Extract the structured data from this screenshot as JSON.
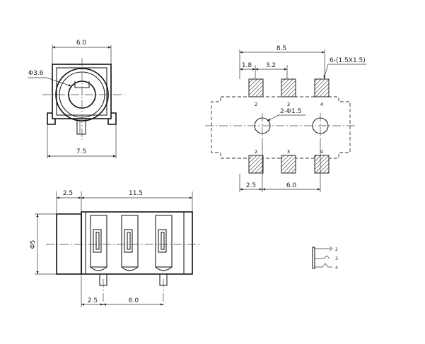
{
  "front_view": {
    "width_top": "6.0",
    "width_bottom": "7.5",
    "hole_diameter": "Φ3.6"
  },
  "footprint_view": {
    "overall_width": "8.5",
    "pitch_first": "1.8",
    "pitch_second": "3.2",
    "pad_spec": "6-(1.5X1.5)",
    "hole_spec": "2-Φ1.5",
    "offset_bottom": "2.5",
    "span_bottom": "6.0",
    "pad_labels_top": [
      "2",
      "3",
      "4"
    ],
    "pad_labels_bottom": [
      "2",
      "3",
      "4"
    ]
  },
  "side_view": {
    "front_length": "2.5",
    "body_length": "11.5",
    "diameter": "Φ5",
    "pin_offset": "2.5",
    "pin_span": "6.0"
  },
  "schematic": {
    "pins": [
      "2",
      "3",
      "4"
    ]
  }
}
